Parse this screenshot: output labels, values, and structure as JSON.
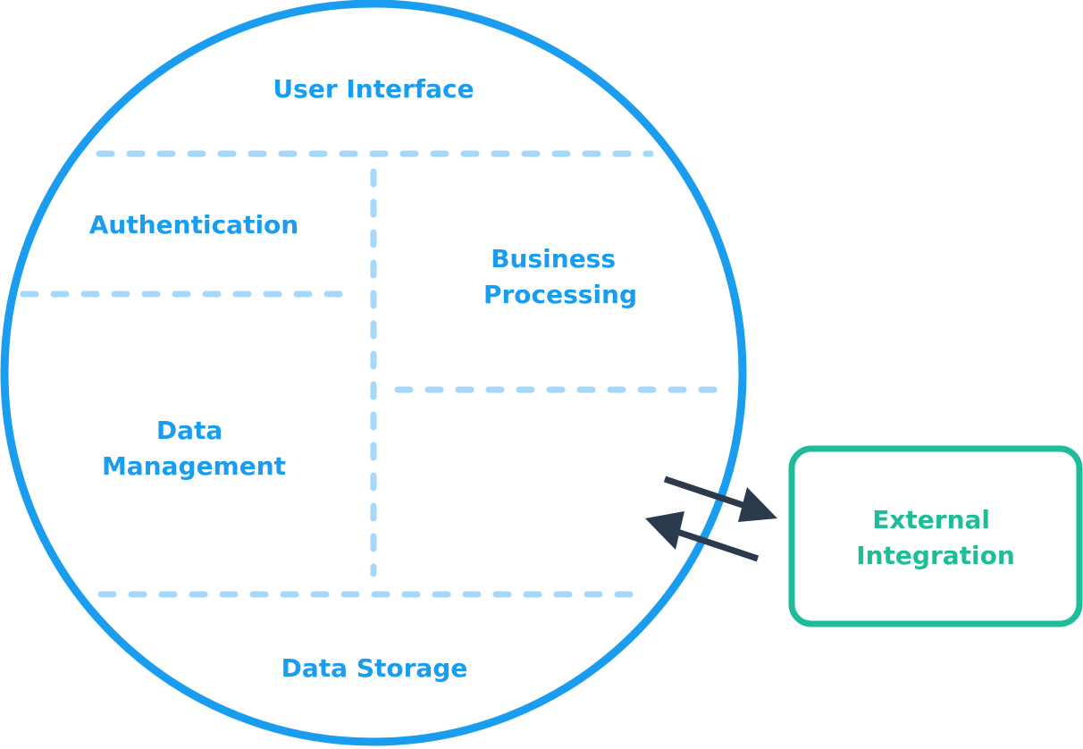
{
  "colors": {
    "circle_stroke": "#1a9cef",
    "divider": "#a5d8fb",
    "label_primary": "#1a9cef",
    "external_box": "#1fbc98",
    "external_label": "#1fbc98",
    "arrow": "#2b3a4c"
  },
  "regions": {
    "user_interface": "User Interface",
    "authentication": "Authentication",
    "business_processing": {
      "line1": "Business",
      "line2": "Processing"
    },
    "data_management": {
      "line1": "Data",
      "line2": "Management"
    },
    "data_storage": "Data Storage"
  },
  "external": {
    "line1": "External",
    "line2": "Integration"
  },
  "arrows": [
    {
      "direction": "to-external",
      "icon": "arrow-right-icon"
    },
    {
      "direction": "from-external",
      "icon": "arrow-left-icon"
    }
  ]
}
